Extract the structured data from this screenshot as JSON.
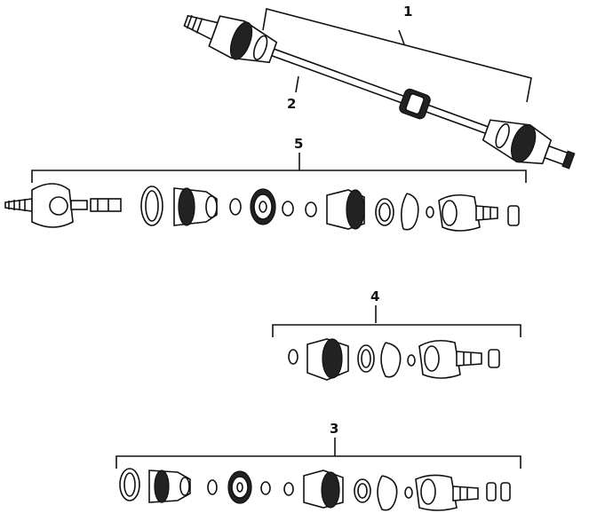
{
  "diagram": {
    "callouts": {
      "axle_assembly": "1",
      "axle_shaft": "2",
      "outer_joint_kit": "3",
      "inner_joint_kit": "4",
      "overhaul_kit": "5"
    },
    "colors": {
      "ink": "#111111",
      "paper": "#ffffff"
    }
  }
}
